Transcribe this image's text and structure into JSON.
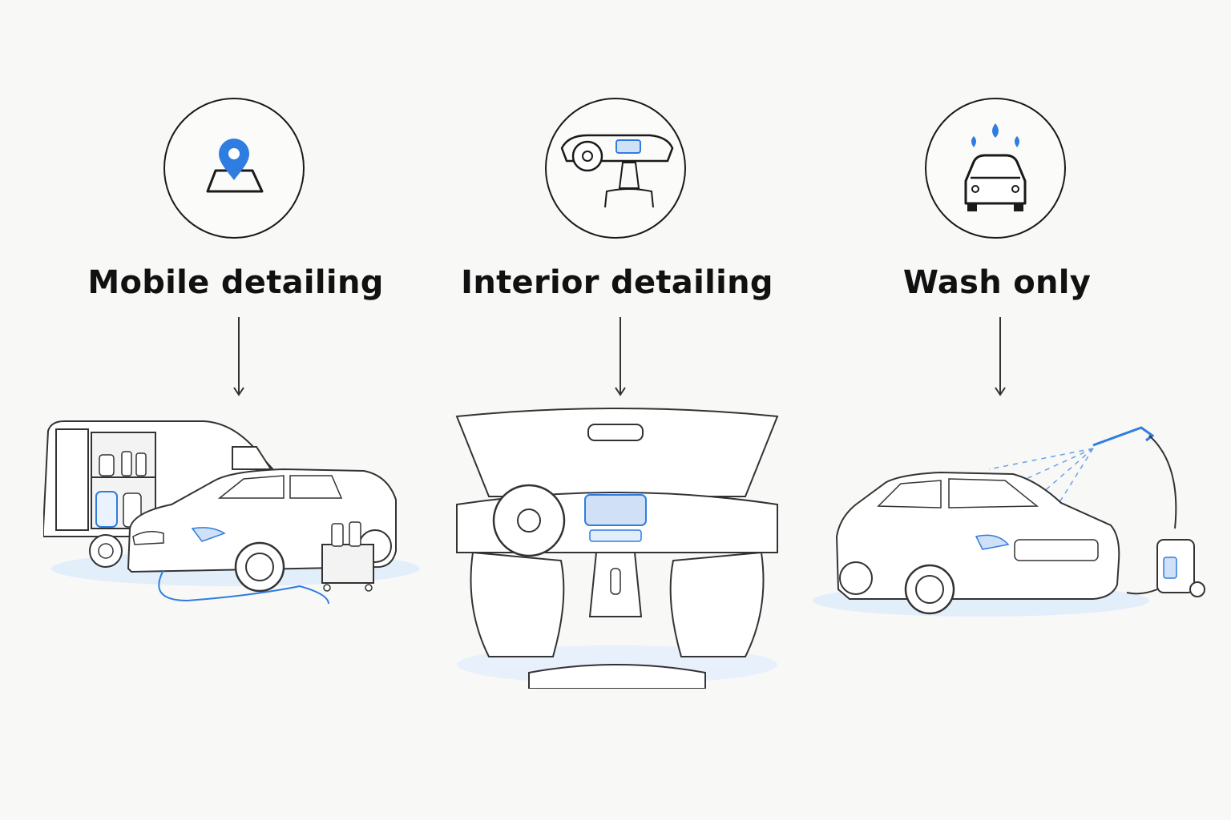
{
  "services": [
    {
      "label": "Mobile detailing",
      "icon": "map-pin-icon",
      "scene": "van-and-suv-detailing-illustration"
    },
    {
      "label": "Interior detailing",
      "icon": "car-dashboard-icon",
      "scene": "car-interior-illustration"
    },
    {
      "label": "Wash only",
      "icon": "car-wash-icon",
      "scene": "pressure-washer-car-illustration"
    }
  ],
  "colors": {
    "accent": "#2f7de1",
    "line": "#1a1a1a",
    "background": "#f8f8f6"
  }
}
